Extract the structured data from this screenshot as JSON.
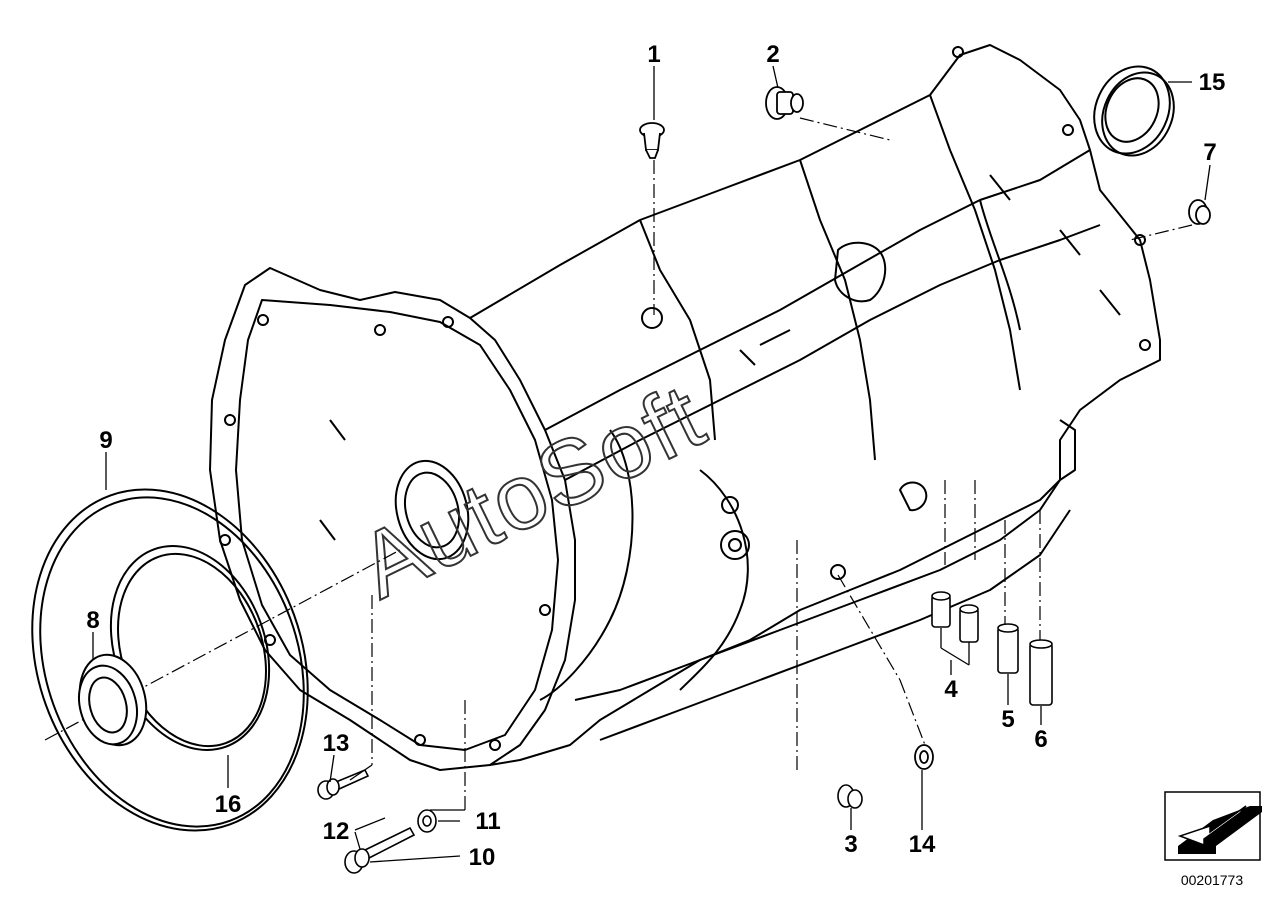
{
  "diagram": {
    "watermark": "AutoSoft",
    "part_number": "00201773",
    "callouts": [
      {
        "id": "c1",
        "label": "1"
      },
      {
        "id": "c2",
        "label": "2"
      },
      {
        "id": "c3",
        "label": "3"
      },
      {
        "id": "c4",
        "label": "4"
      },
      {
        "id": "c5",
        "label": "5"
      },
      {
        "id": "c6",
        "label": "6"
      },
      {
        "id": "c7",
        "label": "7"
      },
      {
        "id": "c8",
        "label": "8"
      },
      {
        "id": "c9",
        "label": "9"
      },
      {
        "id": "c10",
        "label": "10"
      },
      {
        "id": "c11",
        "label": "11"
      },
      {
        "id": "c12",
        "label": "12"
      },
      {
        "id": "c13",
        "label": "13"
      },
      {
        "id": "c14",
        "label": "14"
      },
      {
        "id": "c15",
        "label": "15"
      },
      {
        "id": "c16",
        "label": "16"
      }
    ]
  }
}
